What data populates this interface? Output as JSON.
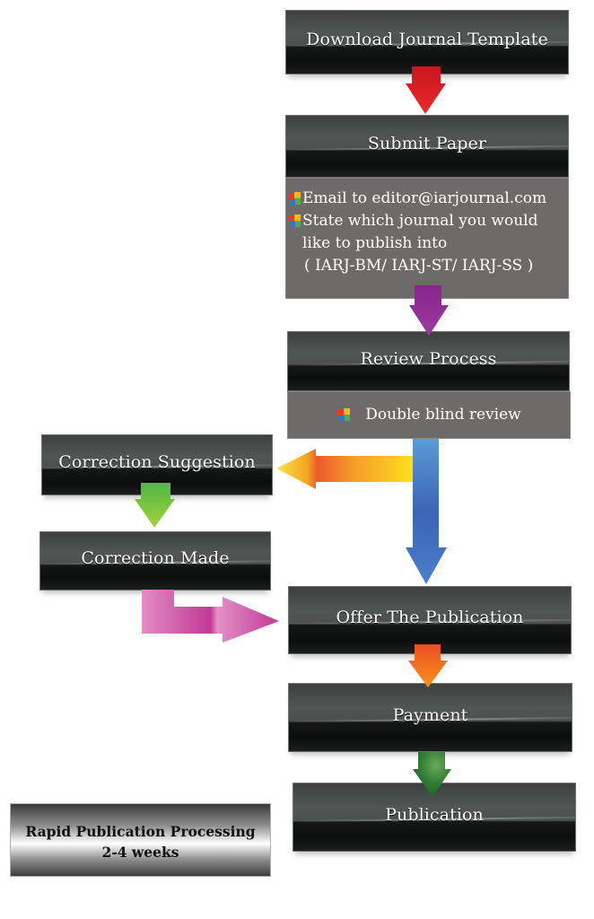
{
  "diagram": {
    "title": "Publication process flowchart",
    "steps": {
      "download": "Download Journal Template",
      "submit": "Submit Paper",
      "review": "Review Process",
      "correction_suggestion": "Correction Suggestion",
      "correction_made": "Correction Made",
      "offer": "Offer The Publication",
      "payment": "Payment",
      "publication": "Publication"
    },
    "submit_details": {
      "bullets": [
        "Email to editor@iarjournal.com",
        "State which journal you would"
      ],
      "continuation": "like to publish into",
      "journals": "( IARJ-BM/ IARJ-ST/ IARJ-SS )"
    },
    "review_details": {
      "bullets": [
        "Double blind review"
      ]
    },
    "arrows": [
      {
        "from": "download",
        "to": "submit",
        "color": "#e32229"
      },
      {
        "from": "submit",
        "to": "review",
        "color": "#8e2a8f"
      },
      {
        "from": "review",
        "to": "correction_suggestion",
        "color": "#f28c28"
      },
      {
        "from": "review",
        "to": "offer",
        "color": "#3f6bbf"
      },
      {
        "from": "correction_suggestion",
        "to": "correction_made",
        "color": "#7cc242"
      },
      {
        "from": "correction_made",
        "to": "offer",
        "color": "#cc5aa8"
      },
      {
        "from": "offer",
        "to": "payment",
        "color": "#f05a24"
      },
      {
        "from": "payment",
        "to": "publication",
        "color": "#2e7d32"
      }
    ],
    "note": {
      "line1": "Rapid Publication Processing",
      "line2": "2-4 weeks"
    }
  }
}
